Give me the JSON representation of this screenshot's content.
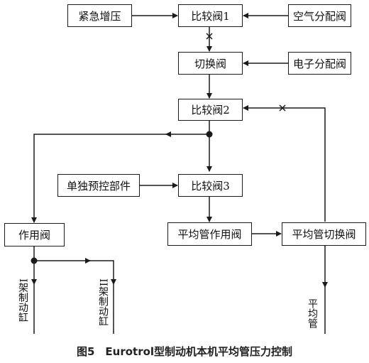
{
  "boxes": {
    "emergency_boost": "紧急增压",
    "compare_valve_1": "比较阀1",
    "air_distribution_valve": "空气分配阀",
    "switch_valve": "切换阀",
    "electronic_distribution_valve": "电子分配阀",
    "compare_valve_2": "比较阀2",
    "standalone_precontrol": "单独预控部件",
    "compare_valve_3": "比较阀3",
    "relay_valve": "作用阀",
    "equalizing_relay_valve": "平均管作用阀",
    "equalizing_switch_valve": "平均管切换阀"
  },
  "outputs": {
    "bogie_1_cylinder": "I架制动缸",
    "bogie_2_cylinder": "II架制动缸",
    "equalizing_pipe": "平均管"
  },
  "caption": "图5　Eurotrol型制动机本机平均管压力控制"
}
